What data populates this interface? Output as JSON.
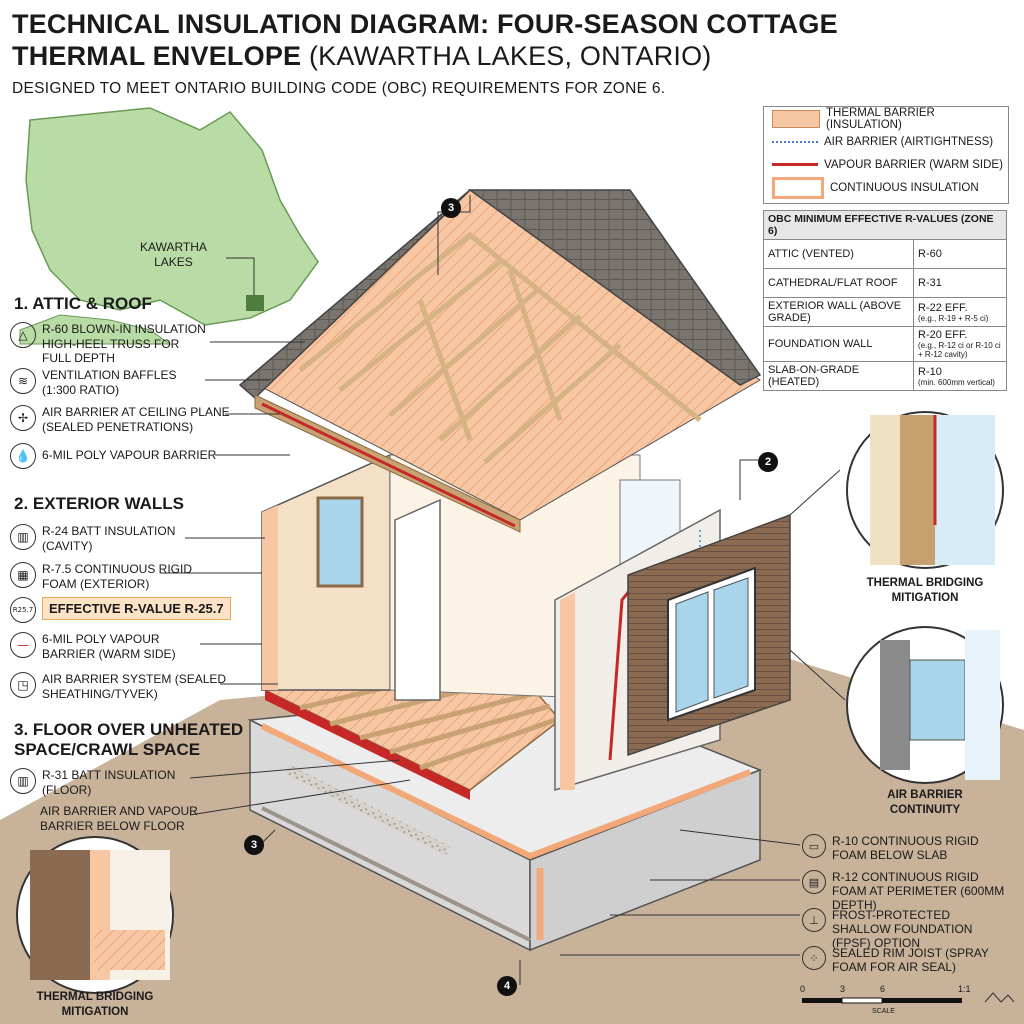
{
  "title_bold_1": "TECHNICAL INSULATION DIAGRAM: FOUR-SEASON COTTAGE",
  "title_bold_2": "THERMAL ENVELOPE",
  "title_light": "(KAWARTHA LAKES, ONTARIO)",
  "subtitle": "DESIGNED TO MEET ONTARIO BUILDING CODE (OBC) REQUIREMENTS FOR ZONE 6.",
  "map": {
    "label_1": "KAWARTHA",
    "label_2": "LAKES"
  },
  "colors": {
    "insulation": "#f7c6a3",
    "vapour": "#c62828",
    "air": "#4a7bd0",
    "map_land": "#b9dca6",
    "roof": "#7a746e",
    "concrete": "#d9d9d9"
  },
  "sections": {
    "attic": {
      "heading": "1. ATTIC & ROOF",
      "items": [
        {
          "icon": "triangle-icon",
          "text": "R-60 BLOWN-IN INSULATION HIGH-HEEL TRUSS FOR FULL DEPTH"
        },
        {
          "icon": "baffle-icon",
          "text": "VENTILATION BAFFLES (1:300 RATIO)"
        },
        {
          "icon": "air-barrier-icon",
          "text": "AIR BARRIER AT CEILING PLANE (SEALED PENETRATIONS)"
        },
        {
          "icon": "droplet-icon",
          "text": "6-MIL POLY VAPOUR BARRIER"
        }
      ]
    },
    "walls": {
      "heading": "2. EXTERIOR WALLS",
      "items": [
        {
          "icon": "batt-icon",
          "text": "R-24 BATT INSULATION (CAVITY)"
        },
        {
          "icon": "foam-board-icon",
          "text": "R-7.5 CONTINUOUS RIGID FOAM (EXTERIOR)"
        },
        {
          "icon": "r-value-icon",
          "text": "EFFECTIVE R-VALUE R-25.7",
          "icon_text": "R25.7"
        },
        {
          "icon": "vapour-line-icon",
          "text": "6-MIL POLY VAPOUR BARRIER (WARM SIDE)"
        },
        {
          "icon": "wrap-icon",
          "text": "AIR BARRIER SYSTEM (SEALED SHEATHING/TYVEK)"
        }
      ]
    },
    "floor": {
      "heading": "3. FLOOR OVER UNHEATED SPACE/CRAWL SPACE",
      "items": [
        {
          "icon": "batt-icon",
          "text": "R-31 BATT INSULATION (FLOOR)"
        },
        {
          "icon": "none",
          "text": "AIR BARRIER AND VAPOUR BARRIER BELOW FLOOR"
        }
      ]
    }
  },
  "legend": [
    {
      "key": "insulation",
      "label": "THERMAL BARRIER (INSULATION)"
    },
    {
      "key": "air",
      "label": "AIR BARRIER (AIRTIGHTNESS)"
    },
    {
      "key": "vapour",
      "label": "VAPOUR BARRIER (WARM SIDE)"
    },
    {
      "key": "ci",
      "label": "CONTINUOUS INSULATION"
    }
  ],
  "rtable": {
    "header": "OBC MINIMUM EFFECTIVE R-VALUES (ZONE 6)",
    "rows": [
      {
        "name": "ATTIC (VENTED)",
        "value": "R-60",
        "note": ""
      },
      {
        "name": "CATHEDRAL/FLAT ROOF",
        "value": "R-31",
        "note": ""
      },
      {
        "name": "EXTERIOR WALL (ABOVE GRADE)",
        "value": "R-22 EFF.",
        "note": "(e.g., R-19 + R-5 ci)"
      },
      {
        "name": "FOUNDATION WALL",
        "value": "R-20 EFF.",
        "note": "(e.g., R-12 ci or R-10 ci + R-12 cavity)"
      },
      {
        "name": "SLAB-ON-GRADE (HEATED)",
        "value": "R-10",
        "note": "(min. 600mm vertical)"
      }
    ]
  },
  "right_labels": [
    {
      "icon": "slab-foam-icon",
      "text": "R-10 CONTINUOUS RIGID FOAM BELOW SLAB"
    },
    {
      "icon": "perimeter-foam-icon",
      "text": "R-12 CONTINUOUS RIGID FOAM AT PERIMETER (600MM DEPTH)"
    },
    {
      "icon": "frost-icon",
      "text": "FROST-PROTECTED SHALLOW FOUNDATION (FPSF) OPTION"
    },
    {
      "icon": "spray-foam-icon",
      "text": "SEALED RIM JOIST (SPRAY FOAM FOR AIR SEAL)"
    }
  ],
  "captions": {
    "thermal_bridging_right": "THERMAL BRIDGING MITIGATION",
    "air_barrier_continuity": "AIR BARRIER CONTINUITY",
    "thermal_bridging_left": "THERMAL BRIDGING MITIGATION"
  },
  "callouts": [
    "3",
    "2",
    "3",
    "4"
  ],
  "scale": {
    "ticks": [
      "0",
      "3",
      "6"
    ],
    "ratio": "1:1",
    "label": "SCALE"
  }
}
